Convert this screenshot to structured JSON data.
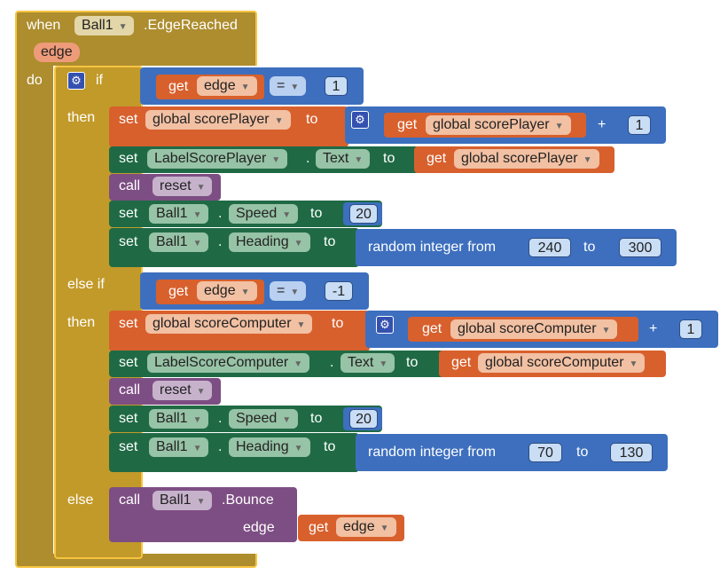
{
  "event": {
    "when": "when",
    "component": "Ball1",
    "event_name": ".EdgeReached",
    "param": "edge",
    "do": "do"
  },
  "kw": {
    "if": "if",
    "then": "then",
    "else_if": "else if",
    "else": "else",
    "set": "set",
    "to": "to",
    "get": "get",
    "call": "call",
    "dot": ".",
    "eq": "=",
    "plus": "+",
    "random": "random integer from",
    "gear": "⚙"
  },
  "if1": {
    "var": "edge",
    "value": "1"
  },
  "then1": {
    "score_var": "global scorePlayer",
    "add_var": "global scorePlayer",
    "add_value": "1",
    "label_comp": "LabelScorePlayer",
    "label_prop": "Text",
    "label_var": "global scorePlayer",
    "reset": "reset",
    "speed_comp": "Ball1",
    "speed_prop": "Speed",
    "speed_value": "20",
    "heading_comp": "Ball1",
    "heading_prop": "Heading",
    "rand_from": "240",
    "rand_to": "300"
  },
  "if2": {
    "var": "edge",
    "value": "-1"
  },
  "then2": {
    "score_var": "global scoreComputer",
    "add_var": "global scoreComputer",
    "add_value": "1",
    "label_comp": "LabelScoreComputer",
    "label_prop": "Text",
    "label_var": "global scoreComputer",
    "reset": "reset",
    "speed_comp": "Ball1",
    "speed_prop": "Speed",
    "speed_value": "20",
    "heading_comp": "Ball1",
    "heading_prop": "Heading",
    "rand_from": "70",
    "rand_to": "130"
  },
  "else_block": {
    "component": "Ball1",
    "method": ".Bounce",
    "arg_label": "edge",
    "arg_var": "edge"
  },
  "colors": {
    "event": "#ad8d2e",
    "control": "#c29a2a",
    "variable": "#d8602d",
    "component": "#1f6a45",
    "procedure": "#7d4e83",
    "math": "#3d6fbe"
  }
}
